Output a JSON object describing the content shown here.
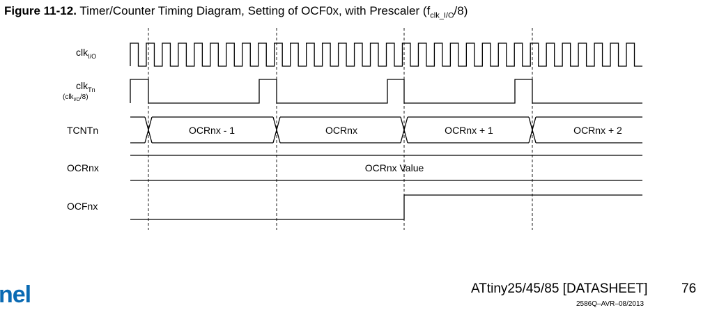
{
  "caption": {
    "number": "Figure 11-12.",
    "text_before": "Timer/Counter Timing Diagram, Setting of OCF0x, with Prescaler (f",
    "subscript": "clk_I/O",
    "text_after": "/8)"
  },
  "signals": {
    "clk_io": {
      "base": "clk",
      "sub": "I/O"
    },
    "clk_tn": {
      "base": "clk",
      "sub": "Tn",
      "note_open": "(clk",
      "note_sub": "I/O",
      "note_close": "/8)"
    },
    "tcntn": {
      "label": "TCNTn"
    },
    "ocrnx": {
      "label": "OCRnx"
    },
    "ocfnx": {
      "label": "OCFnx"
    }
  },
  "bus_values": {
    "tcnt": [
      "OCRnx - 1",
      "OCRnx",
      "OCRnx + 1",
      "OCRnx + 2"
    ],
    "ocr": "OCRnx Value"
  },
  "footer": {
    "logo": "nel",
    "title": "ATtiny25/45/85 [DATASHEET]",
    "page": "76",
    "doc_code": "2586Q–AVR–08/2013"
  }
}
